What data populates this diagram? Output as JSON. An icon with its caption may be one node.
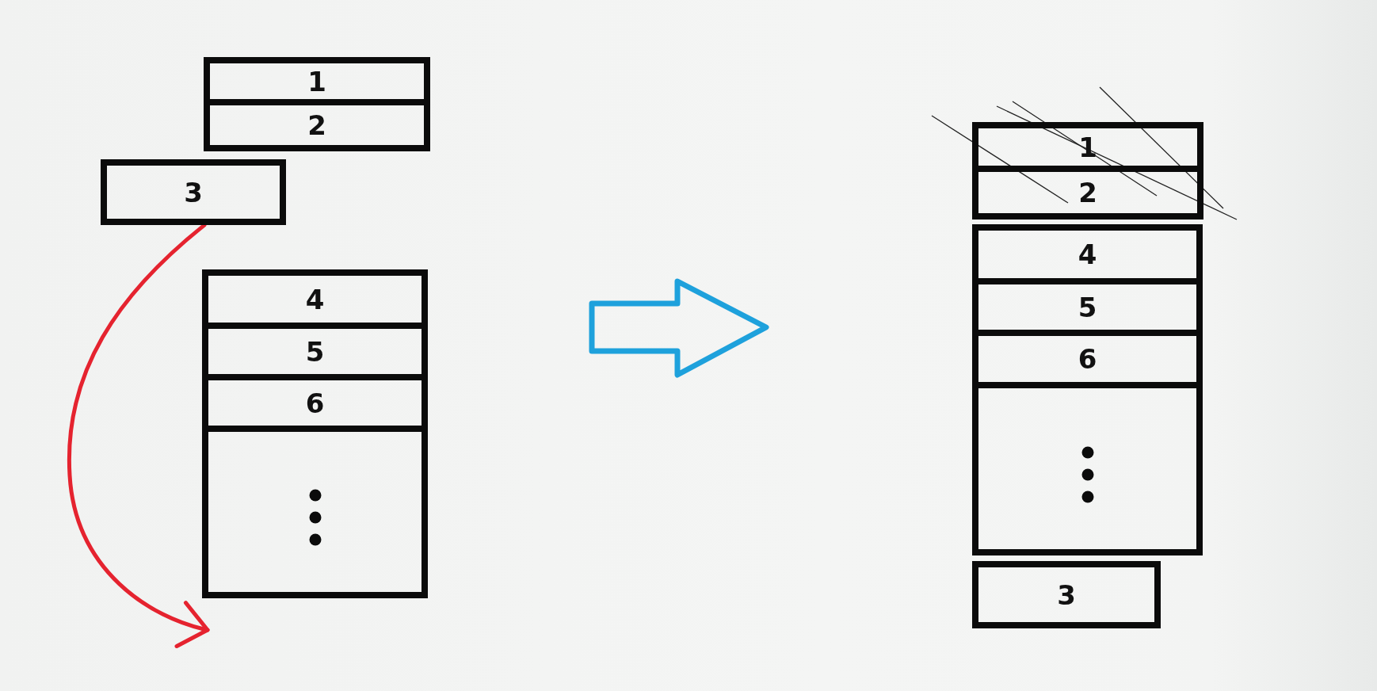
{
  "diagram": {
    "nodes": [
      {
        "text": [
          "1"
        ]
      },
      {
        "text": [
          "2"
        ]
      },
      {
        "text": [
          "3"
        ]
      },
      {
        "text": [
          "4"
        ]
      },
      {
        "text": [
          "5"
        ]
      },
      {
        "text": [
          "6"
        ]
      },
      {
        "text": [],
        "shape": "box"
      },
      {
        "text": [
          "1"
        ]
      },
      {
        "text": [
          "2"
        ]
      },
      {
        "text": [
          "4"
        ]
      },
      {
        "text": [
          "5"
        ]
      },
      {
        "text": [
          "6"
        ]
      },
      {
        "text": [],
        "shape": "box"
      },
      {
        "text": [
          "3"
        ]
      }
    ],
    "edges": [
      {
        "from": 2,
        "to": 6,
        "arrow": "to",
        "color": "#e5232f"
      }
    ]
  }
}
